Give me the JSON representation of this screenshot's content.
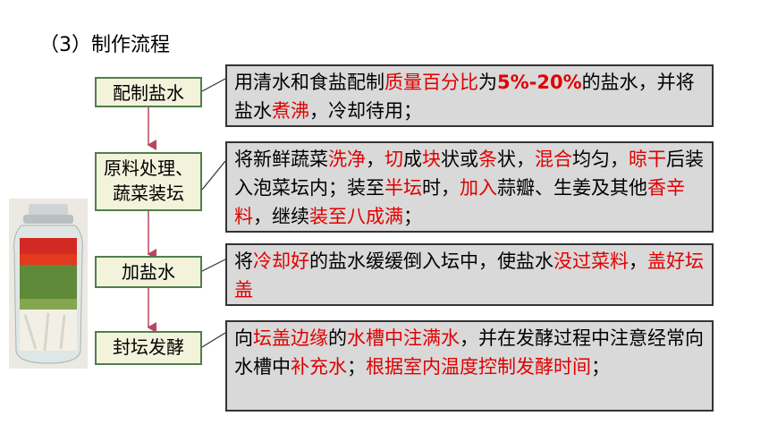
{
  "title": "（3）制作流程",
  "steps": [
    {
      "label": "配制盐水"
    },
    {
      "label_line1": "原料处理、",
      "label_line2": "蔬菜装坛"
    },
    {
      "label": "加盐水"
    },
    {
      "label": "封坛发酵"
    }
  ],
  "desc1": {
    "t1": "用清水和食盐配制",
    "r1": "质量百分比",
    "t2": "为",
    "r2": "5%-20%",
    "t3": "的盐水，并将盐水",
    "r3": "煮沸",
    "t4": "，冷却待用；"
  },
  "desc2": {
    "t1": "将新鲜蔬菜",
    "r1": "洗净",
    "t2": "，",
    "r2": "切",
    "t3": "成",
    "r3": "块",
    "t4": "状或",
    "r4": "条",
    "t5": "状，",
    "r5": "混合",
    "t6": "均匀，",
    "r6": "晾干",
    "t7": "后装入泡菜坛内；装至",
    "r7": "半坛",
    "t8": "时，",
    "r8": "加入",
    "t9": "蒜瓣、生姜及其他",
    "r9": "香辛料",
    "t10": "，继续",
    "r10": "装至八成满",
    "t11": "；"
  },
  "desc3": {
    "t1": "将",
    "r1": "冷却好",
    "t2": "的盐水缓缓倒入坛中，使盐水",
    "r2": "没过菜料",
    "t3": "，",
    "r3": "盖好坛盖"
  },
  "desc4": {
    "t1": "向",
    "r1": "坛盖边缘",
    "t2": "的",
    "r2": "水槽中注满水",
    "t3": "，并在发酵过程中注意经常向水槽中",
    "r3": "补充水",
    "t4": "；",
    "r4": "根据室内温度控制发酵时间",
    "t5": "；"
  },
  "colors": {
    "accent_red": "#e00000",
    "step_border": "#4f7f4a",
    "step_bg": "#f3f3dc",
    "desc_bg": "#d9d9d9",
    "arrow": "#b8475e"
  }
}
